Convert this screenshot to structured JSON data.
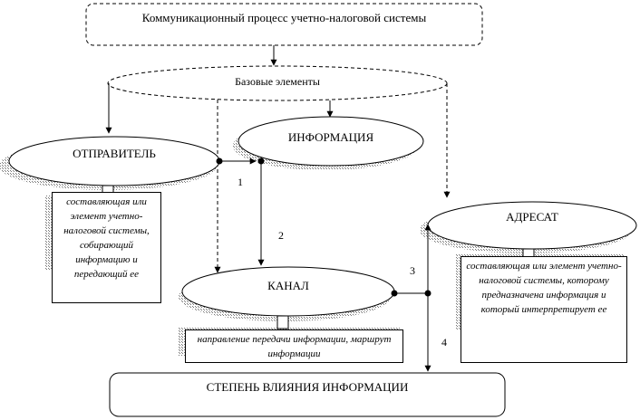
{
  "diagram": {
    "title": "Коммуникационный процесс учетно-налоговой системы",
    "base": "Базовые элементы",
    "sender": "ОТПРАВИТЕЛЬ",
    "information": "ИНФОРМАЦИЯ",
    "addressee": "АДРЕСАТ",
    "channel": "КАНАЛ",
    "influence": "СТЕПЕНЬ ВЛИЯНИЯ ИНФОРМАЦИИ",
    "sender_note": "составляющая или элемент учетно-налоговой системы, собирающий информацию и передающий ее",
    "addressee_note": "составляющая или элемент учетно-налоговой системы, которому предназначена информация и который интерпретирует ее",
    "channel_note": "направление передачи информации, маршрут информации",
    "step_1": "1",
    "step_2": "2",
    "step_3": "3",
    "step_4": "4"
  }
}
